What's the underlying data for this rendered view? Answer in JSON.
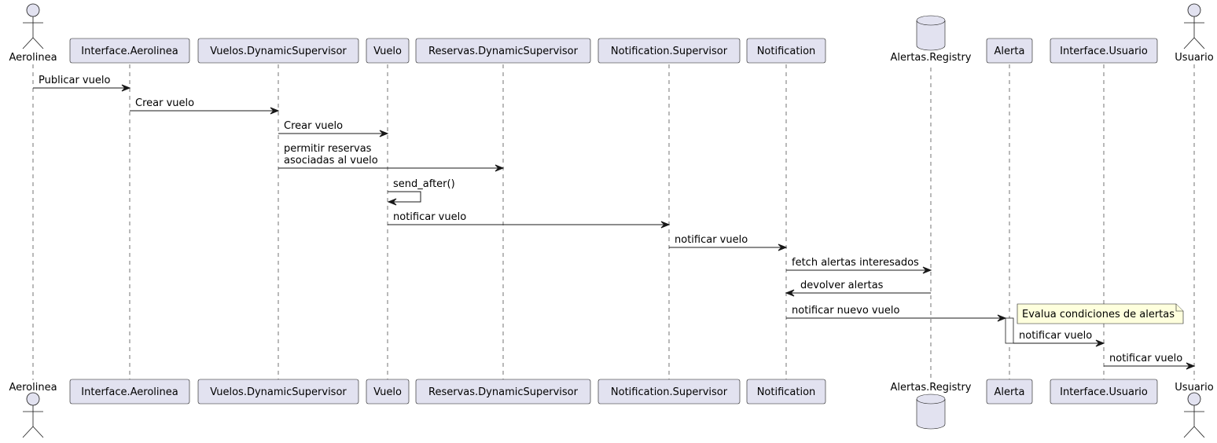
{
  "colors": {
    "participant_fill": "#E2E2F0",
    "stroke": "#181818",
    "note_fill": "#FEFFDD",
    "background": "#FFFFFF"
  },
  "participants": [
    {
      "id": "aerolinea",
      "label": "Aerolinea",
      "kind": "actor"
    },
    {
      "id": "interface_aerolinea",
      "label": "Interface.Aerolinea",
      "kind": "participant"
    },
    {
      "id": "vuelos_ds",
      "label": "Vuelos.DynamicSupervisor",
      "kind": "participant"
    },
    {
      "id": "vuelo",
      "label": "Vuelo",
      "kind": "participant"
    },
    {
      "id": "reservas_ds",
      "label": "Reservas.DynamicSupervisor",
      "kind": "participant"
    },
    {
      "id": "notification_sup",
      "label": "Notification.Supervisor",
      "kind": "participant"
    },
    {
      "id": "notification",
      "label": "Notification",
      "kind": "participant"
    },
    {
      "id": "alertas_registry",
      "label": "Alertas.Registry",
      "kind": "database"
    },
    {
      "id": "alerta",
      "label": "Alerta",
      "kind": "participant"
    },
    {
      "id": "interface_usuario",
      "label": "Interface.Usuario",
      "kind": "participant"
    },
    {
      "id": "usuario",
      "label": "Usuario",
      "kind": "actor"
    }
  ],
  "messages": [
    {
      "from": "aerolinea",
      "to": "interface_aerolinea",
      "lines": [
        "Publicar vuelo"
      ]
    },
    {
      "from": "interface_aerolinea",
      "to": "vuelos_ds",
      "lines": [
        "Crear vuelo"
      ]
    },
    {
      "from": "vuelos_ds",
      "to": "vuelo",
      "lines": [
        "Crear vuelo"
      ]
    },
    {
      "from": "vuelos_ds",
      "to": "reservas_ds",
      "lines": [
        "permitir reservas",
        "asociadas al vuelo"
      ]
    },
    {
      "from": "vuelo",
      "to": "vuelo",
      "lines": [
        "send_after()"
      ]
    },
    {
      "from": "vuelo",
      "to": "notification_sup",
      "lines": [
        "notificar vuelo"
      ]
    },
    {
      "from": "notification_sup",
      "to": "notification",
      "lines": [
        "notificar vuelo"
      ]
    },
    {
      "from": "notification",
      "to": "alertas_registry",
      "lines": [
        "fetch alertas interesados"
      ]
    },
    {
      "from": "alertas_registry",
      "to": "notification",
      "lines": [
        "devolver alertas"
      ]
    },
    {
      "from": "notification",
      "to": "alerta",
      "lines": [
        "notificar nuevo vuelo"
      ]
    },
    {
      "from": "alerta",
      "to": "interface_usuario",
      "lines": [
        "notificar vuelo"
      ]
    },
    {
      "from": "interface_usuario",
      "to": "usuario",
      "lines": [
        "notificar vuelo"
      ]
    }
  ],
  "notes": [
    {
      "over": "alerta",
      "text": "Evalua condiciones de alertas"
    }
  ]
}
